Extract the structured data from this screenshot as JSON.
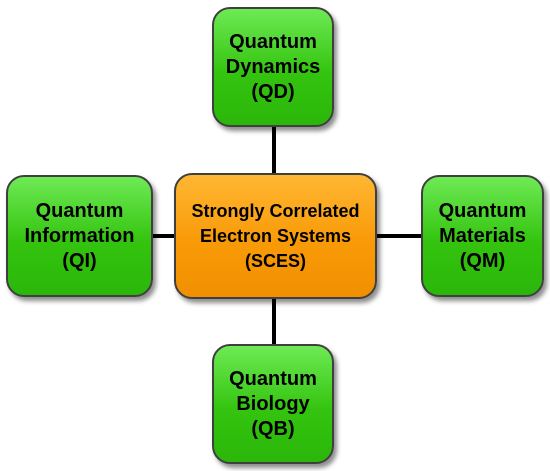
{
  "center": {
    "lines": [
      "Strongly Correlated",
      "Electron Systems",
      "(SCES)"
    ],
    "color": "#f99a07"
  },
  "nodes": {
    "top": {
      "lines": [
        "Quantum",
        "Dynamics",
        "(QD)"
      ]
    },
    "left": {
      "lines": [
        "Quantum",
        "Information",
        "(QI)"
      ]
    },
    "right": {
      "lines": [
        "Quantum",
        "Materials",
        "(QM)"
      ]
    },
    "bottom": {
      "lines": [
        "Quantum",
        "Biology",
        "(QB)"
      ]
    }
  },
  "colors": {
    "node_fill": "#34c40f",
    "node_border": "#3f3f3f",
    "connector": "#000000"
  }
}
